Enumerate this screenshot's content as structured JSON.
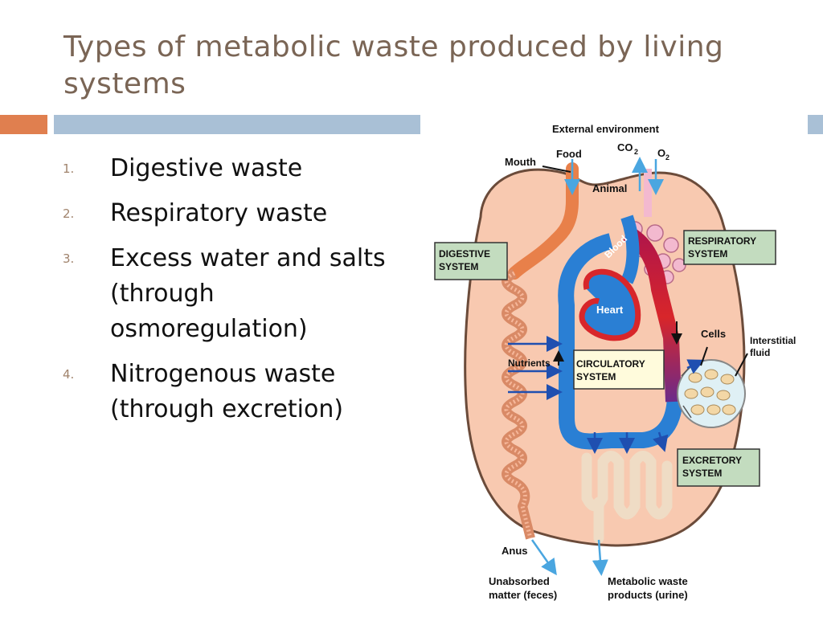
{
  "slide": {
    "title": "Types of metabolic waste produced by living systems",
    "list": [
      {
        "number": "1.",
        "text": "Digestive waste"
      },
      {
        "number": "2.",
        "text": "Respiratory waste"
      },
      {
        "number": "3.",
        "text": "Excess water and salts (through osmoregulation)"
      },
      {
        "number": "4.",
        "text": "Nitrogenous waste (through excretion)"
      }
    ]
  },
  "diagram": {
    "external_environment": "External environment",
    "food": "Food",
    "co2": "CO",
    "co2_sub": "2",
    "o2": "O",
    "o2_sub": "2",
    "mouth": "Mouth",
    "animal": "Animal",
    "blood": "Blood",
    "heart": "Heart",
    "nutrients": "Nutrients",
    "cells": "Cells",
    "interstitial_1": "Interstitial",
    "interstitial_2": "fluid",
    "digestive_1": "DIGESTIVE",
    "digestive_2": "SYSTEM",
    "respiratory_1": "RESPIRATORY",
    "respiratory_2": "SYSTEM",
    "circulatory_1": "CIRCULATORY",
    "circulatory_2": "SYSTEM",
    "excretory_1": "EXCRETORY",
    "excretory_2": "SYSTEM",
    "anus": "Anus",
    "unabsorbed_1": "Unabsorbed",
    "unabsorbed_2": "matter (feces)",
    "metabolic_1": "Metabolic waste",
    "metabolic_2": "products (urine)"
  },
  "colors": {
    "title": "#7a6555",
    "accent_orange": "#e07f4f",
    "accent_blue": "#a9c0d6",
    "body_fill": "#f8c9b0",
    "label_box": "#c3dcbf",
    "blood_blue": "#2a7fd4",
    "blood_red": "#d8262a"
  }
}
